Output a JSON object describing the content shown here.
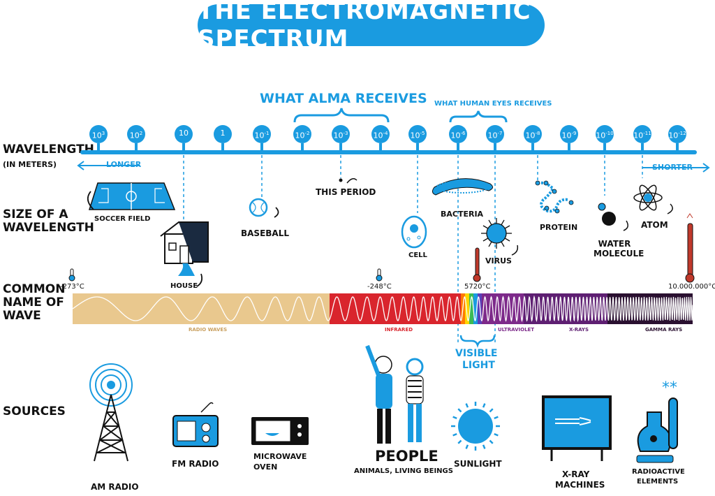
{
  "title": "The Electromagnetic Spectrum",
  "top_labels": {
    "alma": "What ALMA Receives",
    "human_eyes": "What human eyes receives"
  },
  "row_labels": {
    "wavelength": "Wavelength",
    "wavelength_unit": "(in meters)",
    "size": "Size of a wavelength",
    "common_name": "Common name of wave",
    "sources": "Sources"
  },
  "direction": {
    "longer": "Longer",
    "shorter": "Shorter"
  },
  "scale": [
    {
      "base": "10",
      "exp": "3"
    },
    {
      "base": "10",
      "exp": "2"
    },
    {
      "base": "10",
      "exp": ""
    },
    {
      "base": "1",
      "exp": ""
    },
    {
      "base": "10",
      "exp": "-1"
    },
    {
      "base": "10",
      "exp": "-2"
    },
    {
      "base": "10",
      "exp": "-3"
    },
    {
      "base": "10",
      "exp": "-4"
    },
    {
      "base": "10",
      "exp": "-5"
    },
    {
      "base": "10",
      "exp": "-6"
    },
    {
      "base": "10",
      "exp": "-7"
    },
    {
      "base": "10",
      "exp": "-8"
    },
    {
      "base": "10",
      "exp": "-9"
    },
    {
      "base": "10",
      "exp": "-10"
    },
    {
      "base": "10",
      "exp": "-11"
    },
    {
      "base": "10",
      "exp": "-12"
    }
  ],
  "objects": {
    "soccer": "Soccer field",
    "house": "House",
    "baseball": "Baseball",
    "this_period": "This period",
    "cell": "Cell",
    "bacteria": "Bacteria",
    "virus": "Virus",
    "protein": "Protein",
    "water": "Water molecule",
    "atom": "Atom"
  },
  "temperatures": {
    "t1": "-273°C",
    "t2": "-248°C",
    "t3": "5720°C",
    "t4": "10.000.000°C"
  },
  "waves": {
    "radio": "Radio waves",
    "infrared": "Infrared",
    "ultraviolet": "Ultraviolet",
    "xrays": "X-rays",
    "gamma": "Gamma rays",
    "visible_1": "Visible",
    "visible_2": "Light"
  },
  "sources": {
    "am_radio": "AM Radio",
    "fm_radio": "FM Radio",
    "microwave_1": "Microwave",
    "microwave_2": "Oven",
    "people": "People",
    "people_sub": "Animals, living beings",
    "sunlight": "Sunlight",
    "xray_1": "X-ray",
    "xray_2": "Machines",
    "radio_1": "Radioactive",
    "radio_2": "Elements"
  },
  "colors": {
    "accent": "#1a9be0",
    "radio": "#e9c88e",
    "infrared": "#d9252d",
    "ultraviolet": "#7d2a8a",
    "xray": "#5e1f72",
    "gamma": "#2a1030",
    "thermo": "#c0392b"
  }
}
